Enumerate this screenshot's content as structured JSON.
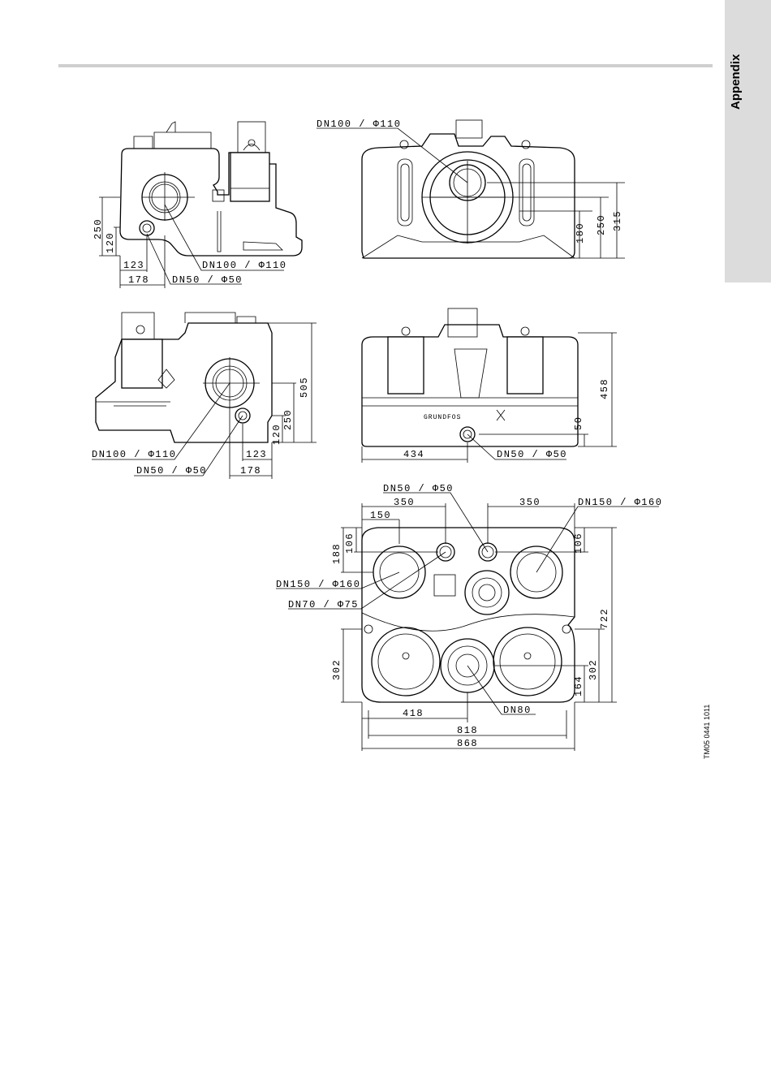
{
  "page": {
    "tab_label": "Appendix",
    "drawing_code": "TM05 0441 1011"
  },
  "views": {
    "side_left_top": {
      "labels": [
        "DN100 / Φ110",
        "DN50 / Φ50"
      ],
      "dims": [
        "250",
        "120",
        "123",
        "178"
      ]
    },
    "front_top": {
      "labels": [
        "DN100 / Φ110"
      ],
      "dims": [
        "180",
        "250",
        "315"
      ]
    },
    "side_left_middle": {
      "labels": [
        "DN100 / Φ110",
        "DN50 / Φ50"
      ],
      "dims": [
        "505",
        "250",
        "120",
        "123",
        "178"
      ]
    },
    "front_middle": {
      "labels": [
        "DN50 / Φ50"
      ],
      "dims": [
        "458",
        "50",
        "434"
      ],
      "brand": "GRUNDFOS"
    },
    "top_view": {
      "labels": [
        "DN50 / Φ50",
        "DN150 / Φ160",
        "DN150 / Φ160",
        "DN70 / Φ75",
        "DN80"
      ],
      "dims": [
        "350",
        "350",
        "150",
        "188",
        "106",
        "106",
        "722",
        "302",
        "302",
        "164",
        "418",
        "818",
        "868"
      ]
    }
  }
}
